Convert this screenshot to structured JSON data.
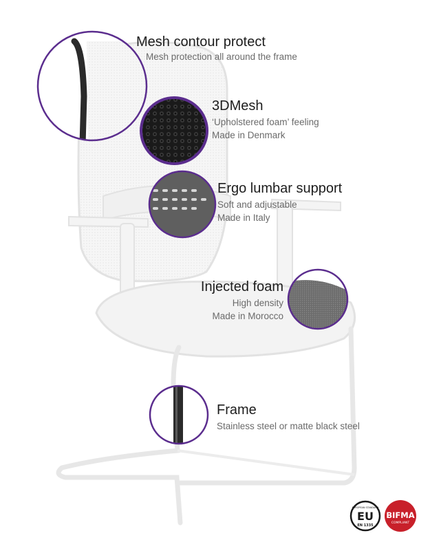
{
  "features": [
    {
      "title": "Mesh contour protect",
      "lines": [
        "Mesh protection all around the frame"
      ]
    },
    {
      "title": "3DMesh",
      "lines": [
        "‘Upholstered foam’ feeling",
        "Made in Denmark"
      ]
    },
    {
      "title": "Ergo lumbar support",
      "lines": [
        "Soft and adjustable",
        "Made in Italy"
      ]
    },
    {
      "title": "Injected foam",
      "lines": [
        "High density",
        "Made in Morocco"
      ]
    },
    {
      "title": "Frame",
      "lines": [
        "Stainless steel or matte black steel"
      ]
    }
  ],
  "badges": {
    "eu": {
      "label": "EU",
      "top_text": "EUROPEAN STANDARD",
      "code": "EN 1335"
    },
    "bifma": {
      "label": "BIFMA",
      "sub": "COMPLIANT"
    }
  },
  "colors": {
    "accent": "#5b2d8e",
    "chair_outline": "#e2e2e2",
    "bifma_red": "#c8202a"
  },
  "icons": [
    "eu-en1335-badge-icon",
    "bifma-compliant-badge-icon"
  ]
}
